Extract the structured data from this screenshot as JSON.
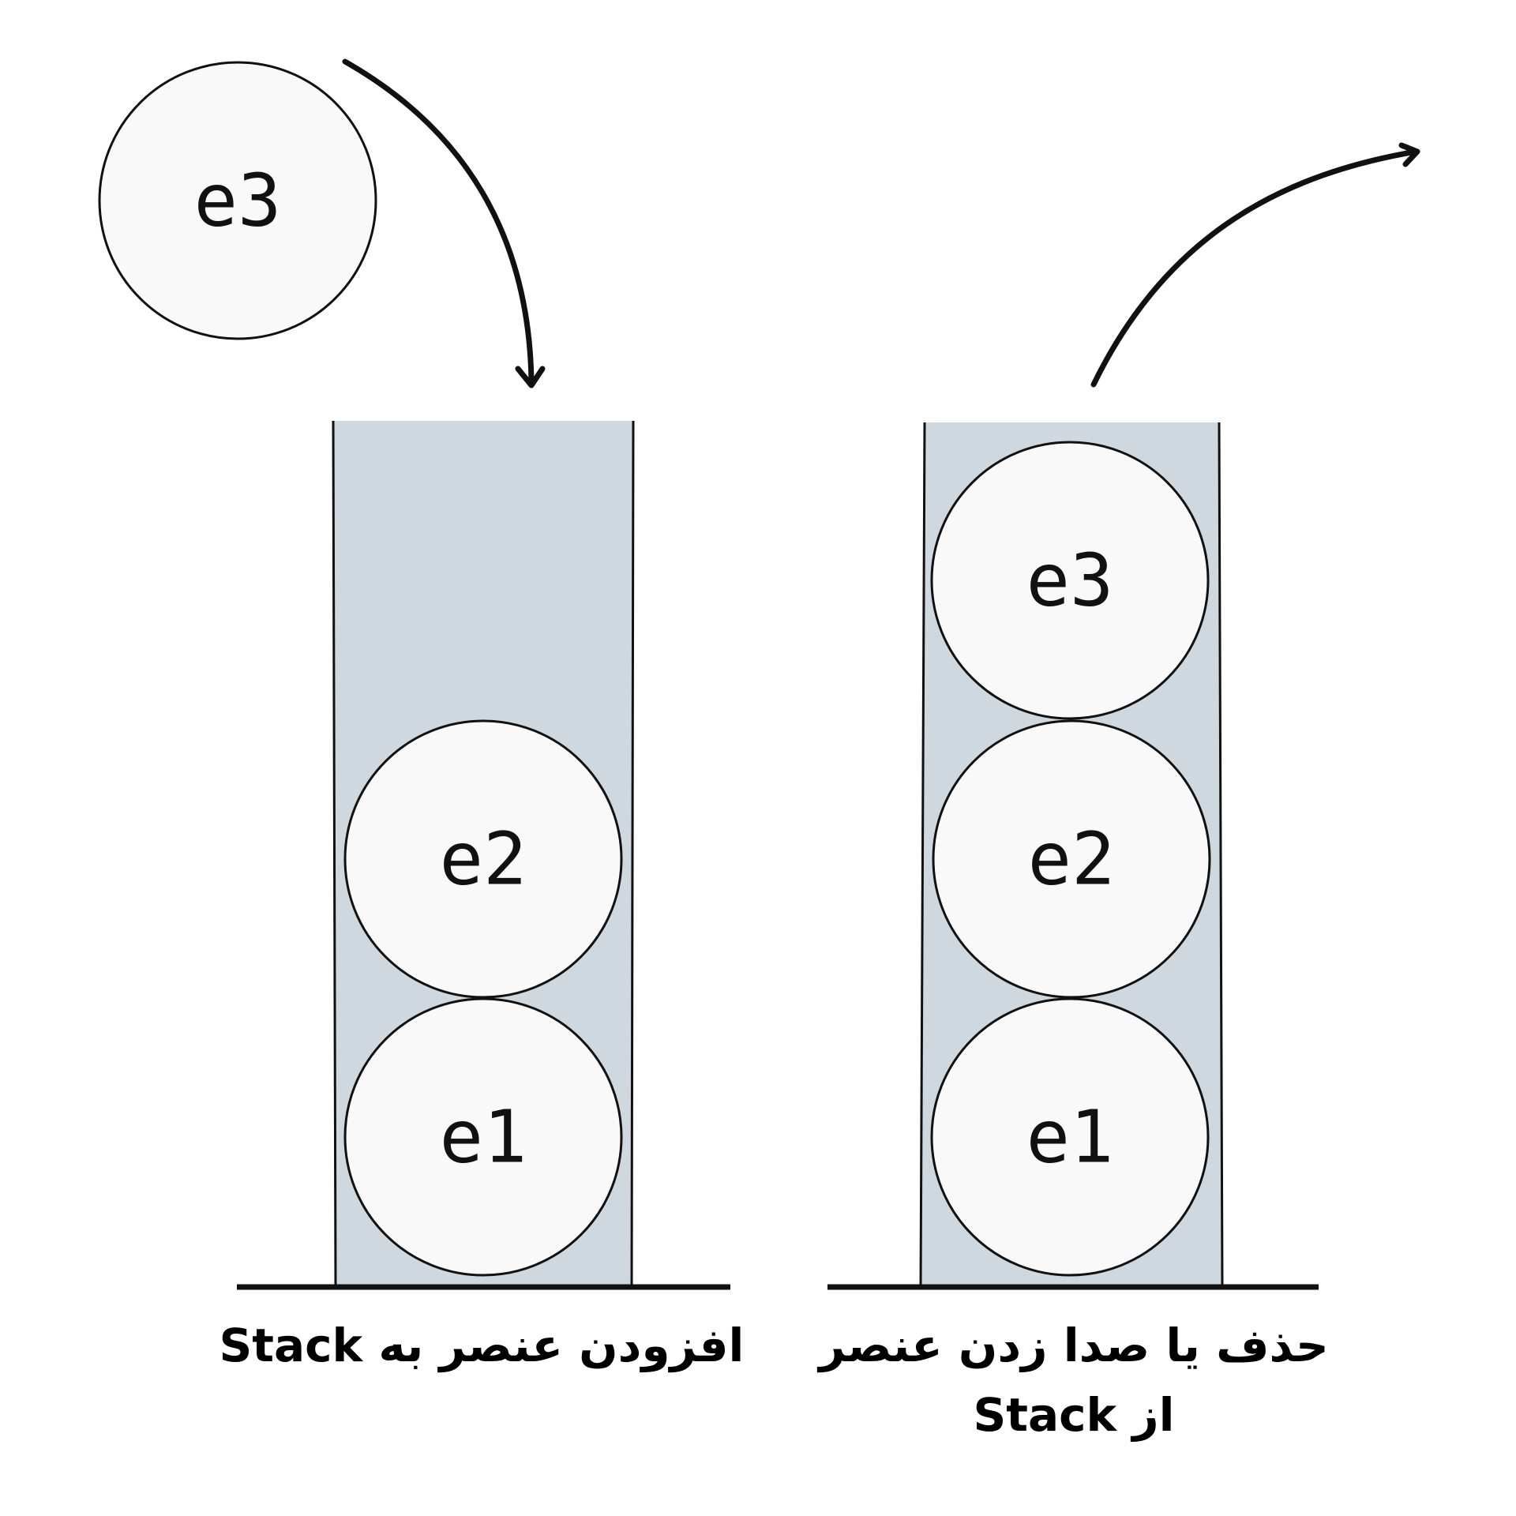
{
  "colors": {
    "tube_fill": "#cfd8de",
    "element_fill": "#f9f9f9",
    "stroke": "#111111"
  },
  "push_panel": {
    "caption": "افزودن عنصر به Stack",
    "incoming_element": "e3",
    "stack_elements": [
      "e1",
      "e2"
    ]
  },
  "pop_panel": {
    "caption_line1": "حذف یا صدا زدن عنصر",
    "caption_line2": "از Stack",
    "stack_elements": [
      "e1",
      "e2",
      "e3"
    ]
  },
  "icons": [
    "arrow-down-curved-icon",
    "arrow-up-curved-icon"
  ]
}
